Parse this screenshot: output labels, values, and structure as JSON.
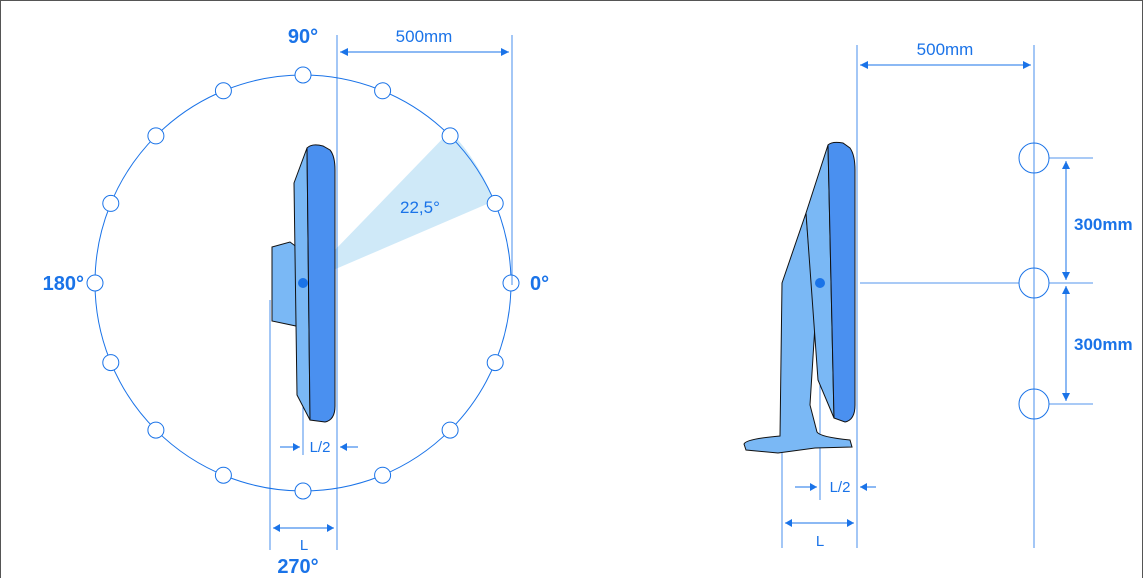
{
  "angles": {
    "deg_0": "0°",
    "deg_90": "90°",
    "deg_180": "180°",
    "deg_270": "270°",
    "step": "22,5°"
  },
  "dims": {
    "left_offset": "500mm",
    "right_offset": "500mm",
    "spacing_upper": "300mm",
    "spacing_lower": "300mm",
    "half_width_left": "L/2",
    "width_left": "L",
    "half_width_right": "L/2",
    "width_right": "L"
  },
  "colors": {
    "line": "#1a73e8",
    "screen": "#4a90f0",
    "body": "#7ab8f5",
    "wedge": "#cfe9f8",
    "dot": "#1a73e8"
  }
}
